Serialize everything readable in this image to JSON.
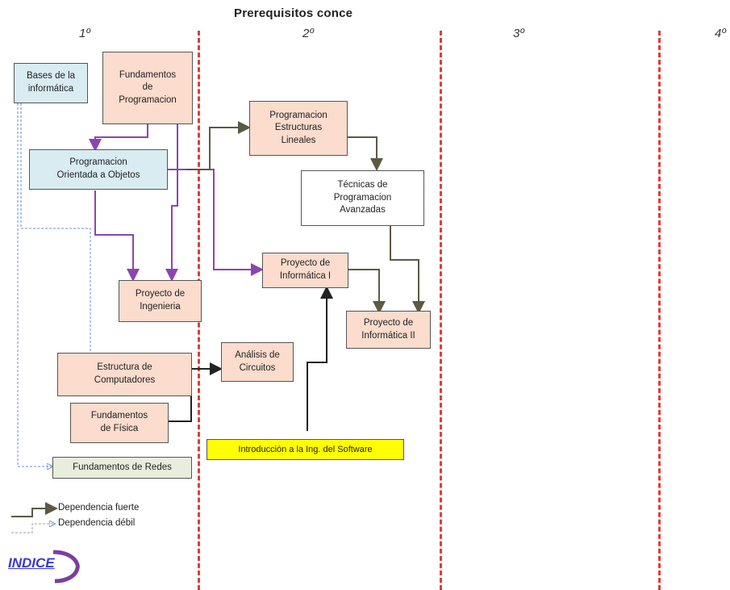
{
  "title": "Prerequisitos conce",
  "years": [
    "1º",
    "2º",
    "3º",
    "4º"
  ],
  "nodes": {
    "bases": "Bases de la\ninformática",
    "fundamentos_prog": "Fundamentos\nde\nProgramacion",
    "poo": "Programacion\nOrientada a Objetos",
    "prog_estructuras": "Programacion\nEstructuras\nLineales",
    "tecnicas": "Técnicas de\nProgramacion\nAvanzadas",
    "proyecto_ing": "Proyecto de\nIngenieria",
    "proyecto_inf1": "Proyecto de\nInformática I",
    "proyecto_inf2": "Proyecto de\nInformática II",
    "estructura_comp": "Estructura de\nComputadores",
    "analisis": "Análisis de\nCircuitos",
    "fund_fisica": "Fundamentos\nde Física",
    "intro_sw": "Introducción a la Ing. del Software",
    "fund_redes": "Fundamentos de Redes"
  },
  "legend": {
    "strong": "Dependencia fuerte",
    "weak": "Dependencia débil"
  },
  "indice": "INDICE",
  "colors": {
    "peach": "#fbdccd",
    "blue": "#d9ecf2",
    "yellow": "#ffff00",
    "divider": "#e23b3b",
    "purple": "#8e44ad",
    "olive": "#5b5a42"
  }
}
